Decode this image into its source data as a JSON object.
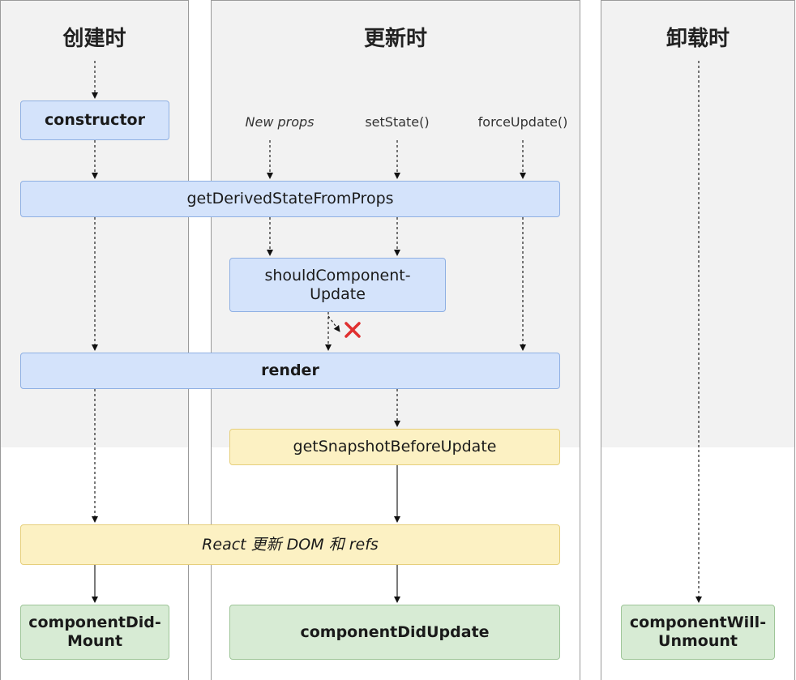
{
  "columns": {
    "mount": {
      "title": "创建时"
    },
    "update": {
      "title": "更新时"
    },
    "unmount": {
      "title": "卸载时"
    }
  },
  "triggers": {
    "new_props": "New props",
    "set_state": "setState()",
    "force_update": "forceUpdate()"
  },
  "methods": {
    "constructor": "constructor",
    "get_derived_state": "getDerivedStateFromProps",
    "should_update_line1": "shouldComponent-",
    "should_update_line2": "Update",
    "render": "render",
    "get_snapshot": "getSnapshotBeforeUpdate",
    "react_update_dom": "React 更新 DOM 和 refs",
    "did_mount_line1": "componentDid-",
    "did_mount_line2": "Mount",
    "did_update": "componentDidUpdate",
    "will_unmount_line1": "componentWill-",
    "will_unmount_line2": "Unmount"
  },
  "colors": {
    "render_phase_bg": "#f2f2f2",
    "commit_phase_bg": "#ffffff",
    "blue_box": "#d4e3fb",
    "yellow_box": "#fcf1c3",
    "green_box": "#d7ebd4",
    "cancel_mark": "#e03030"
  },
  "icons": {
    "cancel": "cross-icon"
  }
}
